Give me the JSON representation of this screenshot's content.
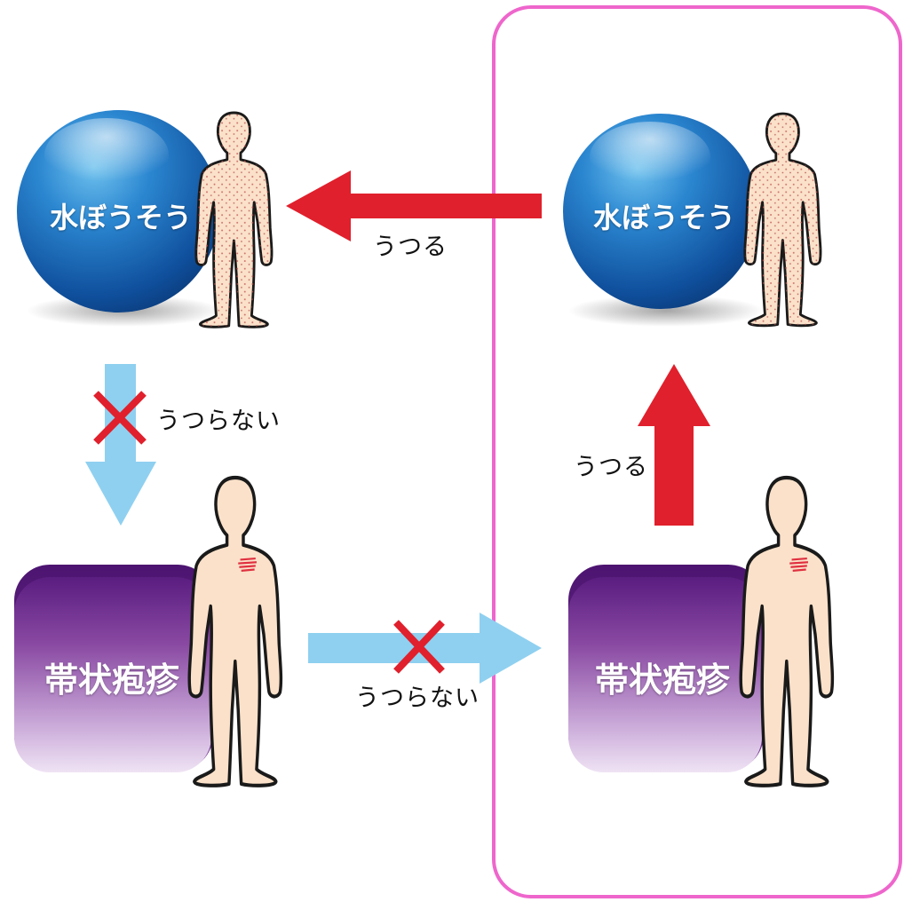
{
  "nodes": {
    "varicella_left": {
      "label": "水ぼうそう"
    },
    "varicella_right": {
      "label": "水ぼうそう"
    },
    "shingles_left": {
      "label": "帯状疱疹"
    },
    "shingles_right": {
      "label": "帯状疱疹"
    }
  },
  "arrows": {
    "top_horizontal": {
      "label": "うつる",
      "kind": "transmits"
    },
    "right_vertical": {
      "label": "うつる",
      "kind": "transmits"
    },
    "left_vertical": {
      "label": "うつらない",
      "kind": "does-not-transmit"
    },
    "bottom_horizontal": {
      "label": "うつらない",
      "kind": "does-not-transmit"
    }
  },
  "colors": {
    "sphere": "#1f6fc0",
    "box": "#7a3a95",
    "transmit_arrow": "#e0202c",
    "blocked_arrow": "#8fd0f0",
    "cross": "#e0202c",
    "highlight_frame": "#ee66cc",
    "skin": "#fbe1c9"
  }
}
